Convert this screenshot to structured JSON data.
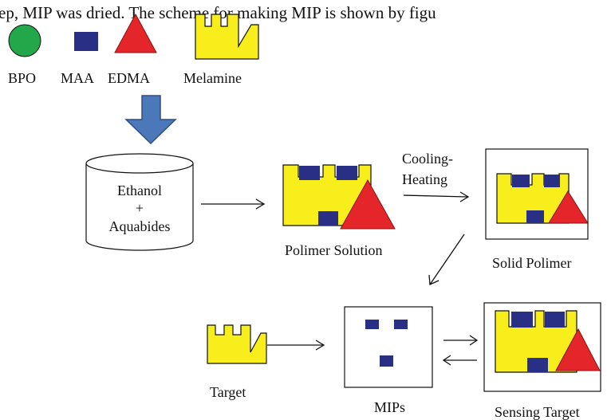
{
  "header_text": "ep, MIP was dried. The scheme for making MIP is shown by figu",
  "legend": {
    "bpo": "BPO",
    "maa": "MAA",
    "edma": "EDMA",
    "melamine": "Melamine"
  },
  "beaker": {
    "line1": "Ethanol",
    "line2": "+",
    "line3": "Aquabides"
  },
  "polimer_solution": "Polimer Solution",
  "cooling_line1": "Cooling-",
  "cooling_line2": "Heating",
  "solid_polimer": "Solid Polimer",
  "target": "Target",
  "mips": "MIPs",
  "sensing_target": "Sensing Target",
  "colors": {
    "bpo": "#22a84a",
    "maa": "#2a2f86",
    "edma": "#e4262a",
    "melamine": "#f7ee1b",
    "arrow_blue": "#4a78b8"
  }
}
